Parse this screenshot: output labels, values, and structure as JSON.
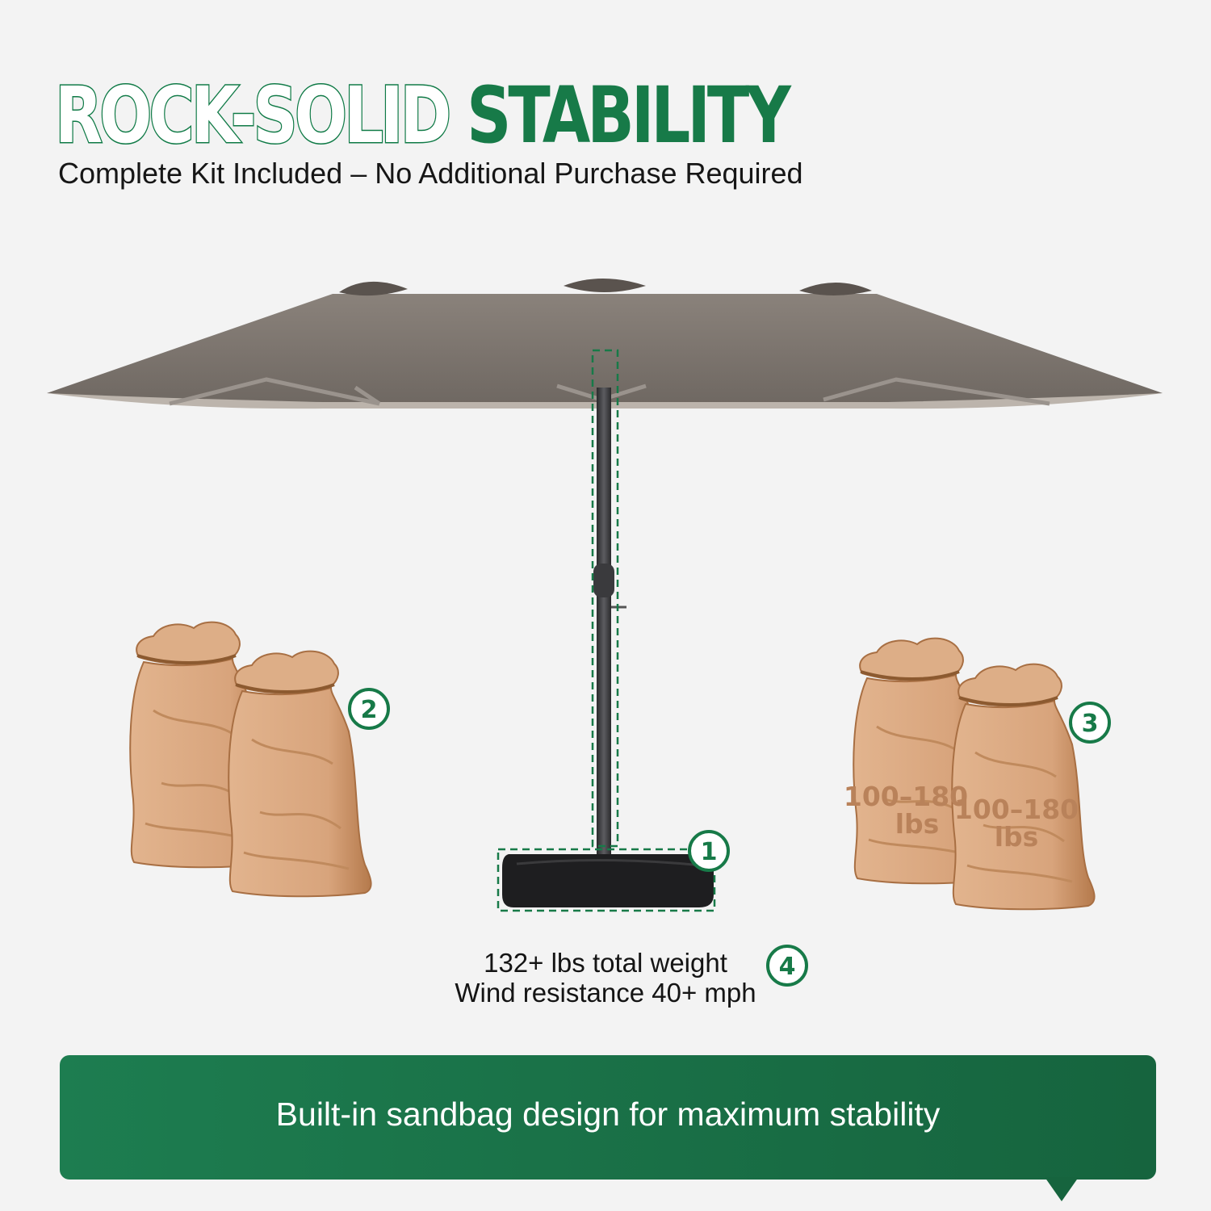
{
  "title": {
    "part1": "ROCK-SOLID",
    "part2": "STABILITY"
  },
  "subtitle": "Complete Kit Included – No Additional Purchase Required",
  "callouts": [
    {
      "number": "1"
    },
    {
      "number": "2"
    },
    {
      "number": "3",
      "weight_value": "100–180",
      "weight_unit": "lbs"
    },
    {
      "number": "4"
    }
  ],
  "specs": {
    "weight": "132+ lbs total weight",
    "wind": "Wind resistance 40+ mph"
  },
  "banner": {
    "text": "Built-in sandbag design for maximum stability"
  },
  "colors": {
    "accent_green": "#177a48",
    "banner_green": "#1b7048",
    "canopy": "#7d7670",
    "sandbag": "#d8a47c",
    "base": "#1e1e20"
  }
}
